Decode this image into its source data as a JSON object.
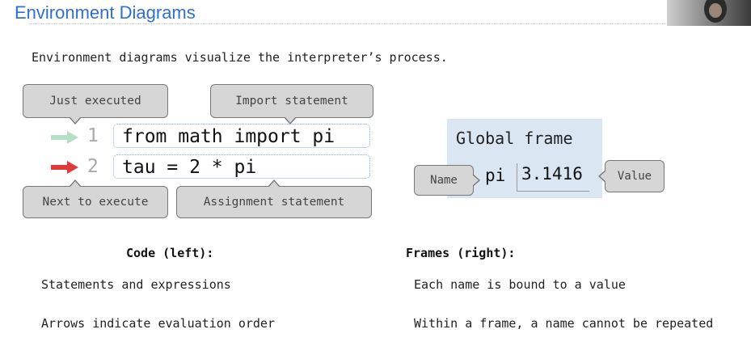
{
  "slide": {
    "title": "Environment Diagrams",
    "intro": "Environment diagrams visualize the interpreter’s process."
  },
  "callouts": {
    "just_executed": "Just executed",
    "import_statement": "Import statement",
    "next_to_execute": "Next to execute",
    "assignment_statement": "Assignment statement",
    "name": "Name",
    "value": "Value"
  },
  "code": {
    "lines": [
      {
        "number": "1",
        "text": "from math import pi",
        "arrow": "just-executed"
      },
      {
        "number": "2",
        "text": "tau = 2 * pi",
        "arrow": "next-to-execute"
      }
    ]
  },
  "frame": {
    "title": "Global frame",
    "bindings": [
      {
        "name": "pi",
        "value": "3.1416"
      }
    ]
  },
  "columns": {
    "left": {
      "heading": "Code (left):",
      "items": [
        "Statements and expressions",
        "Arrows indicate evaluation order"
      ]
    },
    "right": {
      "heading": "Frames (right):",
      "items": [
        "Each name is bound to a value",
        "Within a frame, a name cannot be repeated"
      ]
    }
  },
  "colors": {
    "title": "#2f6fd1",
    "just_executed_arrow": "#b5e0c5",
    "next_arrow": "#e03a3a",
    "frame_background": "#dbe6f3",
    "callout_background": "#d6d6d6"
  },
  "icons": {
    "just_executed_arrow": "arrow-right-icon",
    "next_arrow": "arrow-right-icon"
  }
}
